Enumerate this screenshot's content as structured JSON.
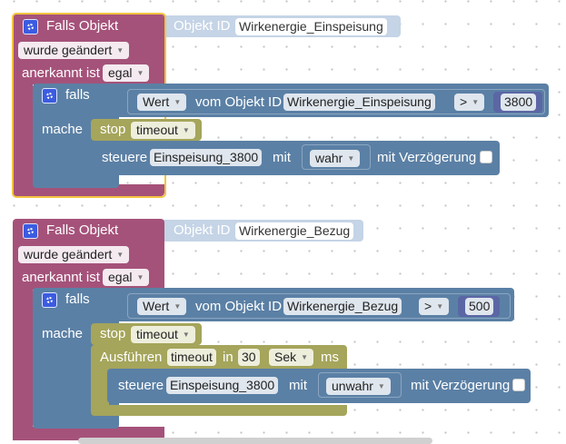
{
  "block1": {
    "header": "Falls Objekt",
    "object_id_label": "Objekt ID",
    "object_id_value": "Wirkenergie_Einspeisung",
    "changed_dropdown": "wurde geändert",
    "ack_label": "anerkannt ist",
    "ack_value": "egal",
    "if_label": "falls",
    "then_label": "mache",
    "compare": {
      "value_dropdown": "Wert",
      "from_object_label": "vom Objekt ID",
      "from_object_value": "Wirkenergie_Einspeisung",
      "operator": ">",
      "number": "3800"
    },
    "stop_label": "stop",
    "stop_value": "timeout",
    "control": {
      "label": "steuere",
      "target": "Einspeisung_3800",
      "with_label": "mit",
      "value": "wahr",
      "delay_label": "mit Verzögerung"
    }
  },
  "block2": {
    "header": "Falls Objekt",
    "object_id_label": "Objekt ID",
    "object_id_value": "Wirkenergie_Bezug",
    "changed_dropdown": "wurde geändert",
    "ack_label": "anerkannt ist",
    "ack_value": "egal",
    "if_label": "falls",
    "then_label": "mache",
    "compare": {
      "value_dropdown": "Wert",
      "from_object_label": "vom Objekt ID",
      "from_object_value": "Wirkenergie_Bezug",
      "operator": ">",
      "number": "500"
    },
    "stop_label": "stop",
    "stop_value": "timeout",
    "timeout": {
      "run_label": "Ausführen",
      "name": "timeout",
      "in_label": "in",
      "amount": "30",
      "unit": "Sek",
      "ms_label": "ms"
    },
    "control": {
      "label": "steuere",
      "target": "Einspeisung_3800",
      "with_label": "mit",
      "value": "unwahr",
      "delay_label": "mit Verzögerung"
    }
  },
  "colors": {
    "trigger_block": "#a5527a",
    "logic_block": "#5b80a5",
    "timeout_block": "#a5a55b",
    "selection_highlight": "#f3c440"
  }
}
